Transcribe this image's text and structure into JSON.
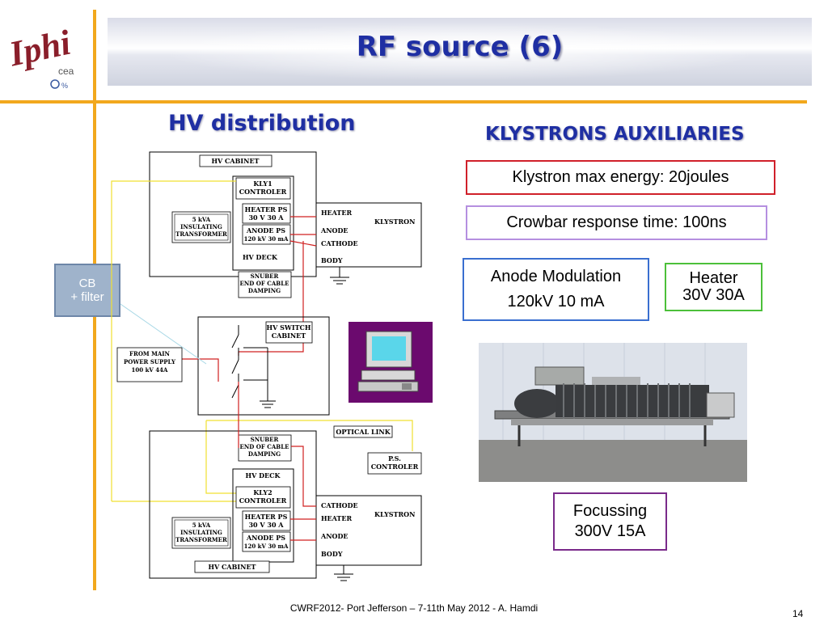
{
  "header": {
    "title": "RF source (6)",
    "logo_text": "Iphi",
    "logo_sub": "cea"
  },
  "left_title": "HV distribution",
  "right_title": "KLYSTRONS AUXILIARIES",
  "info_boxes": {
    "klystron_energy": "Klystron max energy: 20joules",
    "crowbar": "Crowbar response time: 100ns",
    "anode_line1": "Anode Modulation",
    "anode_line2": "120kV 10 mA",
    "heater_line1": "Heater",
    "heater_line2": "30V 30A",
    "focussing_line1": "Focussing",
    "focussing_line2": "300V 15A"
  },
  "cb_filter": {
    "line1": "CB",
    "line2": "+ filter"
  },
  "diagram": {
    "hv_cabinet_top": "HV CABINET",
    "kly1_controler_1": "KLY1",
    "kly1_controler_2": "CONTROLER",
    "transformer_top_1": "5 kVA",
    "transformer_top_2": "INSULATING",
    "transformer_top_3": "TRANSFORMER",
    "heater_ps_1": "HEATER PS",
    "heater_ps_2": "30 V     30 A",
    "anode_ps_1": "ANODE  PS",
    "anode_ps_2": "120 kV 30 mA",
    "hv_deck_top": "HV DECK",
    "heater": "HEATER",
    "anode": "ANODE",
    "cathode": "CATHODE",
    "body": "BODY",
    "klystron": "KLYSTRON",
    "snubber_1": "SNUBER",
    "snubber_2": "END OF CABLE",
    "snubber_3": "DAMPING",
    "hv_switch_1": "HV SWITCH",
    "hv_switch_2": "CABINET",
    "main_supply_1": "FROM  MAIN",
    "main_supply_2": "POWER SUPPLY",
    "main_supply_3": "100 kV  44A",
    "optical_link": "OPTICAL LINK",
    "ps_controler_1": "P.S.",
    "ps_controler_2": "CONTROLER",
    "kly2_controler_1": "KLY2",
    "kly2_controler_2": "CONTROLER",
    "hv_deck_bottom": "HV DECK",
    "hv_cabinet_bottom": "HV CABINET"
  },
  "footer": "CWRF2012- Port Jefferson – 7-11th May 2012 - A. Hamdi",
  "page_number": "14"
}
